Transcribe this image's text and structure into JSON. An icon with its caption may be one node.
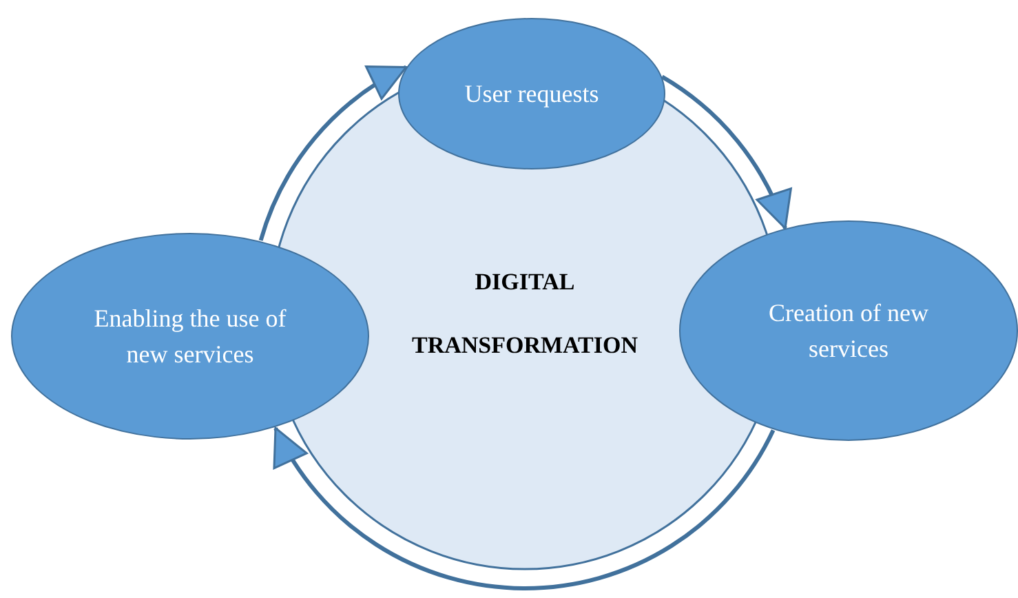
{
  "diagram": {
    "nodes": [
      {
        "text": [
          "DIGITAL TRANSFORMATION"
        ]
      },
      {
        "text": [
          "User requests"
        ]
      },
      {
        "text": [
          "Creation of new services"
        ]
      },
      {
        "text": [
          "Enabling the use of new services"
        ]
      }
    ],
    "edges": [
      {
        "from": 3,
        "to": 1,
        "arrow": "to"
      },
      {
        "from": 1,
        "to": 2,
        "arrow": "to"
      },
      {
        "from": 2,
        "to": 3,
        "arrow": "to"
      }
    ]
  }
}
